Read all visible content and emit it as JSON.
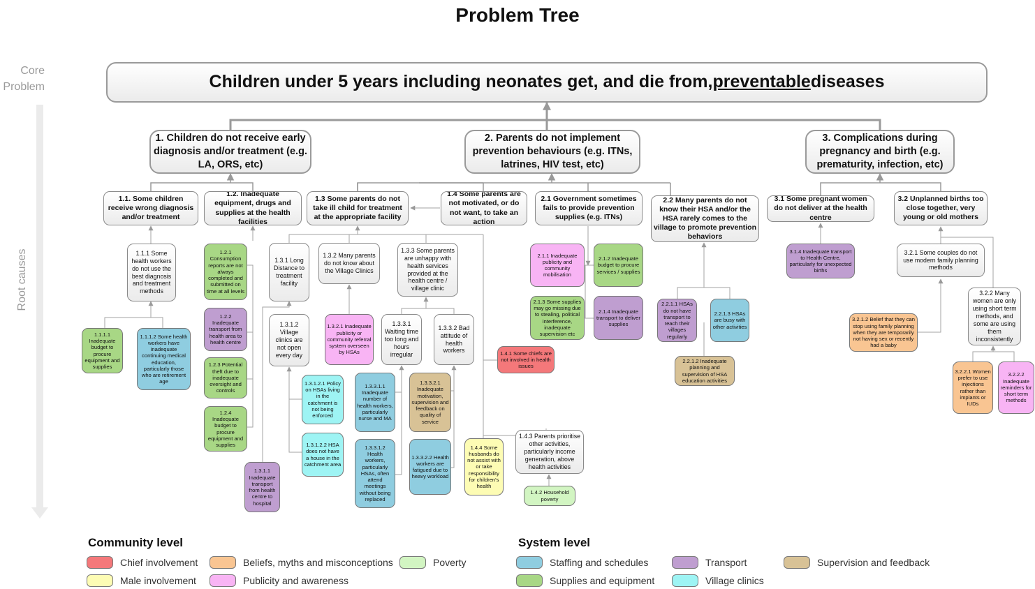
{
  "title": "Problem Tree",
  "side_labels": {
    "core": "Core Problem",
    "core_line1": "Core",
    "core_line2": "Problem",
    "root": "Root causes"
  },
  "core": {
    "pre": "Children under 5 years including neonates get, and die from, ",
    "underlined": "preventable",
    "post": " diseases"
  },
  "colors": {
    "chief": "#f4787a",
    "male": "#fdfcb4",
    "beliefs": "#f9c592",
    "publicity": "#f8b4f4",
    "poverty": "#d2f5c2",
    "staffing": "#8fcde0",
    "supplies": "#a8d785",
    "transport": "#bf9ed0",
    "village": "#9ef4f4",
    "supervision": "#d8c296",
    "neutral": "#f1f1f1"
  },
  "nodes": {
    "n1": "1. Children do not receive early diagnosis and/or treatment (e.g. LA, ORS, etc)",
    "n2": "2. Parents do not implement prevention behaviours (e.g. ITNs, latrines, HIV test, etc)",
    "n3": "3. Complications during pregnancy and birth (e.g. prematurity, infection, etc)",
    "n1_1": "1.1. Some children receive wrong diagnosis and/or treatment",
    "n1_2": "1.2. Inadequate equipment, drugs and supplies at the health facilities",
    "n1_3": "1.3 Some parents do not take ill child for treatment at the appropriate facility",
    "n1_4": "1.4 Some parents are not motivated, or do not want, to take an action",
    "n2_1": "2.1 Government sometimes fails to provide prevention supplies (e.g. ITNs)",
    "n2_2": "2.2 Many parents do not know their HSA and/or the HSA rarely comes to the village to promote prevention behaviors",
    "n3_1": "3.1 Some pregnant women do not deliver at the health centre",
    "n3_2": "3.2 Unplanned births too close together, very young or old mothers",
    "n1_1_1": "1.1.1 Some health workers do not use the best diagnosis and treatment methods",
    "n1_1_1_1": "1.1.1.1 Inadequate budget to procure equipment and supplies",
    "n1_1_1_2": "1.1.1.2 Some health workers have inadequate continuing medical education, particularly those who are retirement age",
    "n1_2_1": "1.2.1 Consumption reports are not always completed and submitted on time at all levels",
    "n1_2_2": "1.2.2 Inadequate transport from health area to health centre",
    "n1_2_3": "1.2.3 Potential theft due to inadequate oversight and controls",
    "n1_2_4": "1.2.4 Inadequate budget to procure equipment and supplies",
    "n1_3_1": "1.3.1 Long Distance to treatment facility",
    "n1_3_1_1": "1.3.1.1 Inadequate transport from health centre to hospital",
    "n1_3_1_2": "1.3.1.2 Village clinics are not open every day",
    "n1_3_1_2_1": "1.3.1.2.1 Policy on HSAs living in the catchment is not being enforced",
    "n1_3_1_2_2": "1.3.1.2.2 HSA does not have a house in the catchment area",
    "n1_3_2": "1.3.2 Many parents do not know about the Village Clinics",
    "n1_3_2_1": "1.3.2.1 Inadequate publicity or community referral system overseen by HSAs",
    "n1_3_3": "1.3.3 Some parents are unhappy with health services provided at the health centre / village clinic",
    "n1_3_3_1": "1.3.3.1 Waiting time too long and hours irregular",
    "n1_3_3_1_1": "1.3.3.1.1 Inadequate number of health workers, particularly nurse and MA",
    "n1_3_3_1_2": "1.3.3.1.2 Health workers, particularly HSAs, often attend meetings without being replaced",
    "n1_3_3_2": "1.3.3.2 Bad attitude of health workers",
    "n1_3_3_2_1": "1.3.3.2.1 Inadequate motivation, supervision and feedback on quality of service",
    "n1_3_3_2_2": "1.3.3.2.2 Health workers are fatigued due to heavy workload",
    "n1_4_1": "1.4.1 Some chiefs are not involved in health issues",
    "n1_4_2": "1.4.2 Household poverty",
    "n1_4_3": "1.4.3 Parents prioritise other activities, particularly income generation, above health activities",
    "n1_4_4": "1.4.4 Some husbands do not assist with or take responsibility for children's health",
    "n2_1_1": "2.1.1 Inadequate publicity and community mobilisation",
    "n2_1_2": "2.1.2 Inadequate budget to procure services / supplies",
    "n2_1_3": "2.1.3 Some supplies may go missing due to stealing, political interference, inadequate supervision etc",
    "n2_1_4": "2.1.4 Inadequate transport to deliver supplies",
    "n2_2_1_1": "2.2.1.1 HSAs do not have transport to reach their villages regularly",
    "n2_2_1_2": "2.2.1.2 Inadequate planning and supervision of HSA education activities",
    "n2_2_1_3": "2.2.1.3 HSAs are busy with other activities",
    "n3_1_4": "3.1.4 Inadequate transport to Health Centre, particularly for unexpected births",
    "n3_2_1": "3.2.1 Some couples do not use modern family planning methods",
    "n3_2_1_2": "3.2.1.2 Belief that they can stop using family planning when they are temporarily not having sex or recently had a baby",
    "n3_2_2": "3.2.2 Many women are only using short term methods, and some are using them inconsistently",
    "n3_2_2_1": "3.2.2.1 Women prefer to use injections rather than implants or IUDs",
    "n3_2_2_2": "3.2.2.2 Inadequate reminders for short term methods"
  },
  "legend": {
    "community_heading": "Community level",
    "system_heading": "System level",
    "community": [
      {
        "label": "Chief involvement",
        "color": "#f4787a"
      },
      {
        "label": "Male involvement",
        "color": "#fdfcb4"
      },
      {
        "label": "Beliefs, myths and misconceptions",
        "color": "#f9c592"
      },
      {
        "label": "Publicity and awareness",
        "color": "#f8b4f4"
      },
      {
        "label": "Poverty",
        "color": "#d2f5c2"
      }
    ],
    "system": [
      {
        "label": "Staffing and schedules",
        "color": "#8fcde0"
      },
      {
        "label": "Supplies and equipment",
        "color": "#a8d785"
      },
      {
        "label": "Transport",
        "color": "#bf9ed0"
      },
      {
        "label": "Village clinics",
        "color": "#9ef4f4"
      },
      {
        "label": "Supervision and feedback",
        "color": "#d8c296"
      }
    ]
  }
}
